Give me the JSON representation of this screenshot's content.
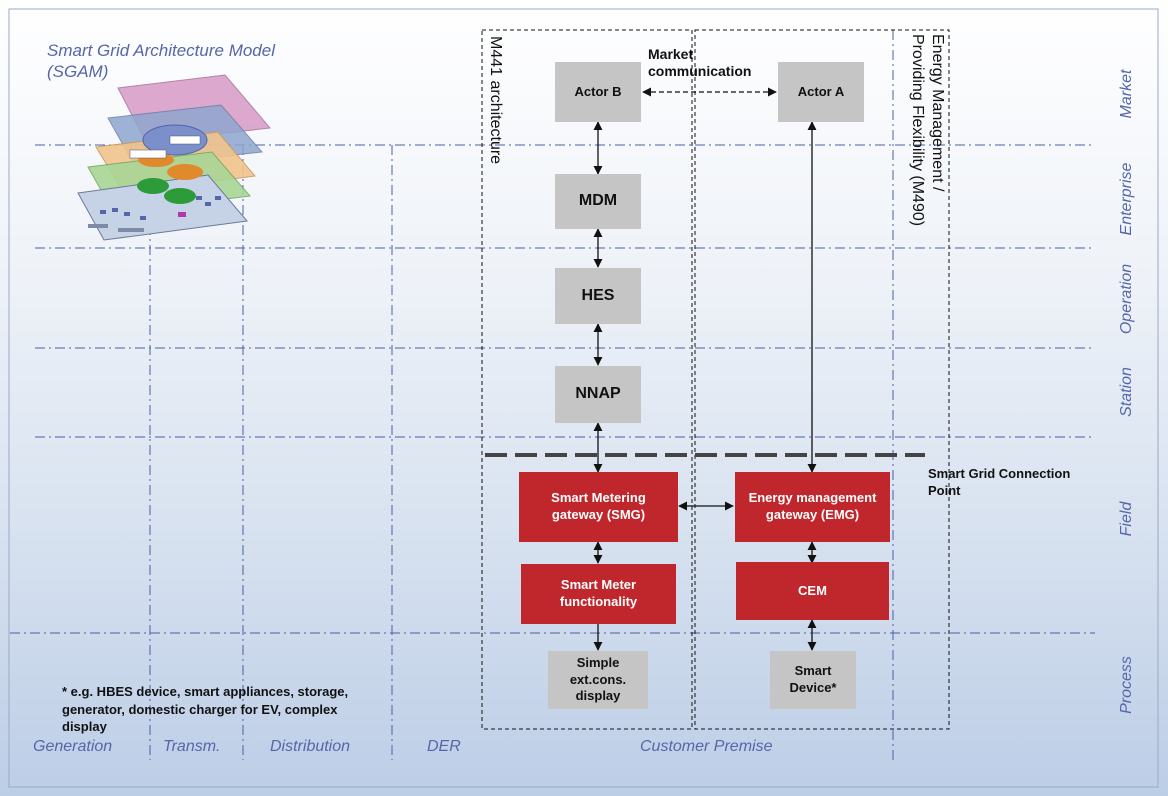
{
  "title": "Smart Grid Architecture Model (SGAM)",
  "zones": [
    "Market",
    "Enterprise",
    "Operation",
    "Station",
    "Field",
    "Process"
  ],
  "domains": [
    "Generation",
    "Transm.",
    "Distribution",
    "DER",
    "Customer Premise"
  ],
  "architectures": {
    "m441": "M441 architecture",
    "m490_line1": "Energy Management /",
    "m490_line2": "Providing Flexibility (M490)"
  },
  "market_comm": "Market communication",
  "nodes": {
    "actor_b": "Actor B",
    "actor_a": "Actor A",
    "mdm": "MDM",
    "hes": "HES",
    "nnap": "NNAP",
    "smg": "Smart Metering gateway (SMG)",
    "emg": "Energy management gateway (EMG)",
    "smf": "Smart Meter functionality",
    "cem": "CEM",
    "simple_display": "Simple ext.cons. display",
    "smart_device": "Smart Device*"
  },
  "connection_point": "Smart Grid Connection Point",
  "footnote": "* e.g. HBES device, smart appliances, storage, generator, domestic charger for EV, complex display",
  "colors": {
    "grey_box": "#c5c5c5",
    "red_box": "#c0272d",
    "zone_text": "#5566aa",
    "grid_line": "#4a5fa8"
  }
}
